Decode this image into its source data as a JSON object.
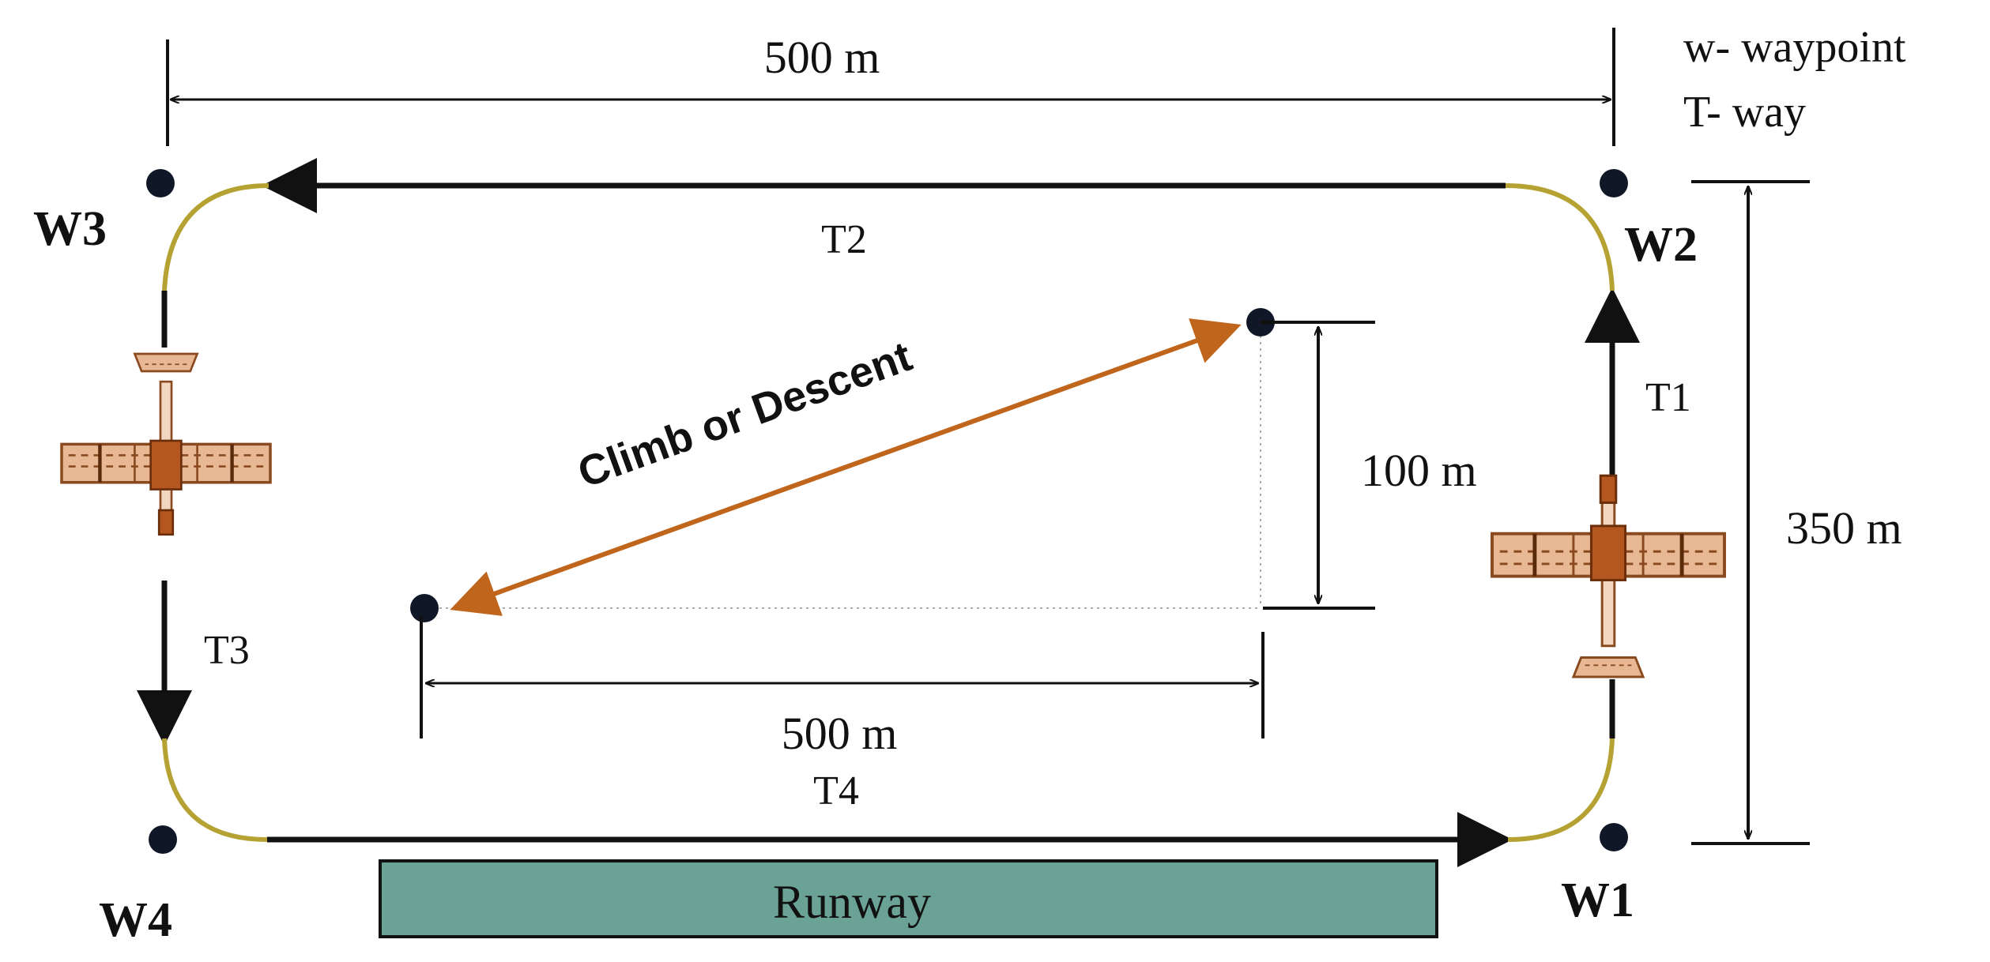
{
  "legend": {
    "line1": "w- waypoint",
    "line2": "T-  way"
  },
  "dimensions": {
    "top_width": "500 m",
    "right_height": "350 m",
    "climb_height": "100 m",
    "climb_length": "500 m"
  },
  "waypoints": {
    "w1": "W1",
    "w2": "W2",
    "w3": "W3",
    "w4": "W4"
  },
  "ways": {
    "t1": "T1",
    "t2": "T2",
    "t3": "T3",
    "t4": "T4"
  },
  "climb": {
    "label": "Climb or Descent"
  },
  "runway": {
    "label": "Runway"
  },
  "colors": {
    "path": "#111111",
    "turn_arc": "#b5a233",
    "climb_arrow": "#c0651c",
    "runway_fill": "#6aa395",
    "aircraft": "#c2703c"
  }
}
